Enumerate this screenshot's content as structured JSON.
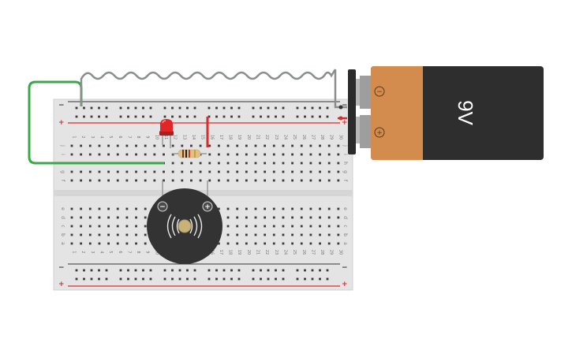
{
  "battery": {
    "voltage_label": "9V",
    "minus_label": "−",
    "plus_label": "+",
    "body_color": "#2e2e2e",
    "label_color": "#d48b4e"
  },
  "breadboard": {
    "columns": [
      "1",
      "2",
      "3",
      "4",
      "5",
      "6",
      "7",
      "8",
      "9",
      "10",
      "11",
      "12",
      "13",
      "14",
      "15",
      "16",
      "17",
      "18",
      "19",
      "20",
      "21",
      "22",
      "23",
      "24",
      "25",
      "26",
      "27",
      "28",
      "29",
      "30"
    ],
    "top_rows": [
      "j",
      "i",
      "h",
      "g",
      "f"
    ],
    "bottom_rows": [
      "e",
      "d",
      "c",
      "b",
      "a"
    ],
    "rail_minus": "−",
    "rail_plus": "+",
    "board_color": "#e3e3e3",
    "rail_red": "#d62d2d",
    "rail_dark": "#333333"
  },
  "buzzer": {
    "minus_label": "−",
    "plus_label": "+"
  },
  "components": {
    "led_color": "#e02626",
    "jumper_green": "#3aa848",
    "jumper_red": "#d62d2d",
    "battery_lead_gray": "#8a8f8d"
  }
}
